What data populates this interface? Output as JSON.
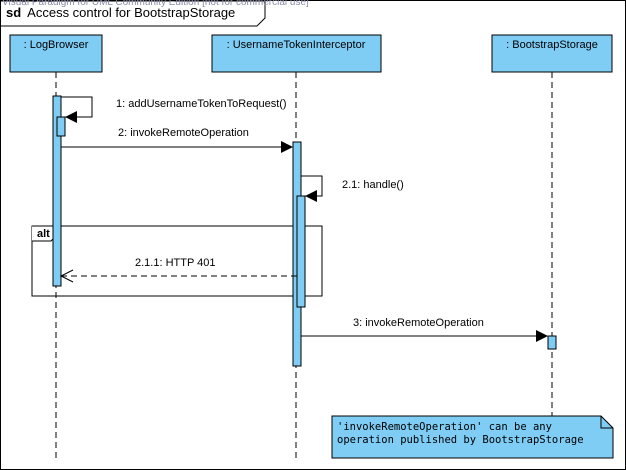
{
  "watermark": "Visual Paradigm for UML Community Edition [not for commercial use]",
  "diagram": {
    "kind": "sd",
    "title": "Access control for BootstrapStorage"
  },
  "lifelines": [
    {
      "id": "logbrowser",
      "label": ": LogBrowser"
    },
    {
      "id": "interceptor",
      "label": ": UsernameTokenInterceptor"
    },
    {
      "id": "storage",
      "label": ": BootstrapStorage"
    }
  ],
  "messages": [
    {
      "id": "m1",
      "label": "1: addUsernameTokenToRequest()",
      "kind": "self-call"
    },
    {
      "id": "m2",
      "label": "2: invokeRemoteOperation",
      "kind": "sync-call"
    },
    {
      "id": "m21",
      "label": "2.1: handle()",
      "kind": "self-call"
    },
    {
      "id": "m211",
      "label": "2.1.1: HTTP 401",
      "kind": "return"
    },
    {
      "id": "m3",
      "label": "3: invokeRemoteOperation",
      "kind": "sync-call"
    }
  ],
  "fragment": {
    "operator": "alt"
  },
  "note": {
    "lines": [
      "'invokeRemoteOperation' can be any",
      "operation published by BootstrapStorage"
    ]
  },
  "colors": {
    "element_fill": "#7fcdf5",
    "line": "#000000"
  }
}
